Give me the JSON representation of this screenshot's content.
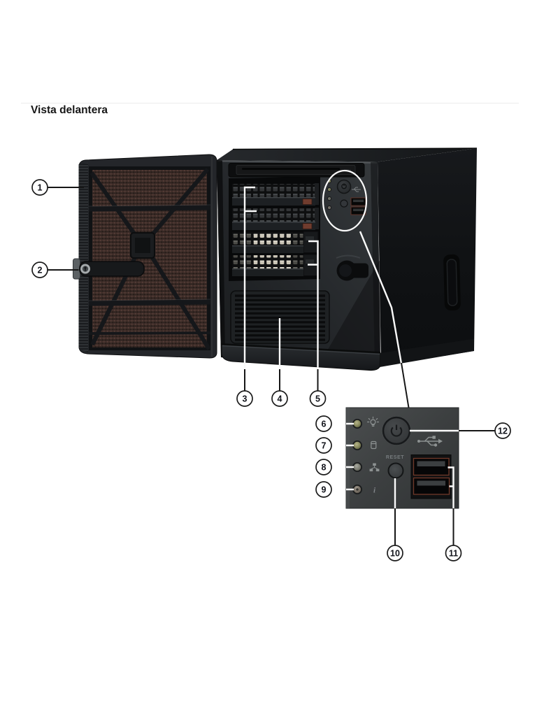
{
  "page": {
    "title": "Vista delantera"
  },
  "figure": {
    "callouts": [
      "1",
      "2",
      "3",
      "4",
      "5",
      "6",
      "7",
      "8",
      "9",
      "10",
      "11",
      "12"
    ],
    "detail_panel": {
      "reset_label": "RESET",
      "info_glyph": "i",
      "led_icons": [
        "bulb-icon",
        "hdd-icon",
        "network-icon",
        "info-icon"
      ],
      "other_icons": [
        "power-button-icon",
        "usb-icon",
        "reset-button"
      ],
      "colors": {
        "panel_bg": "#3d4041",
        "led_olive": "#8b8c60",
        "led_gray": "#7c7d72",
        "usb_port_accent": "#70392a",
        "callout_stroke": "#1b1b1b",
        "leader_white": "#fafafa",
        "leader_black": "#161616"
      }
    }
  }
}
